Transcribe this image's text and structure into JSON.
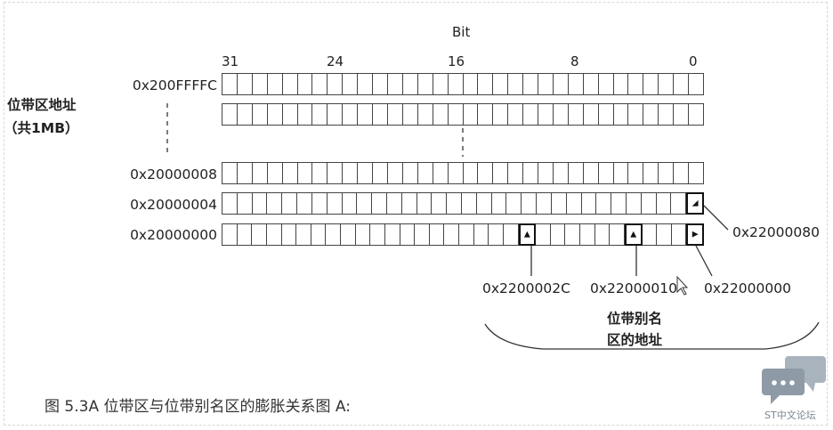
{
  "title_bit": "Bit",
  "bit_ticks": [
    {
      "label": "31"
    },
    {
      "label": "24"
    },
    {
      "label": "16"
    },
    {
      "label": "8"
    },
    {
      "label": "0"
    }
  ],
  "region_label": {
    "line1": "位带区地址",
    "line2": "（共1MB）"
  },
  "rows": [
    {
      "address": "0x200FFFFC"
    },
    {
      "address": ""
    },
    {
      "address": "0x20000008"
    },
    {
      "address": "0x20000004"
    },
    {
      "address": "0x20000000"
    }
  ],
  "highlights": [
    {
      "row": 3,
      "bit": 0,
      "arrow": "down-right"
    },
    {
      "row": 4,
      "bit": 11,
      "arrow": "up"
    },
    {
      "row": 4,
      "bit": 4,
      "arrow": "up"
    },
    {
      "row": 4,
      "bit": 0,
      "arrow": "right"
    }
  ],
  "alias_labels": {
    "a80": "0x22000080",
    "a2c": "0x2200002C",
    "a10": "0x22000010",
    "a00": "0x22000000"
  },
  "alias_region_label": {
    "line1": "位带别名",
    "line2": "区的地址"
  },
  "caption": "图 5.3A   位带区与位带别名区的膨胀关系图 A:",
  "watermark": "ST中文论坛",
  "colors": {
    "logo": "#8e9aa6",
    "grid": "#444444",
    "highlight": "#111111"
  }
}
